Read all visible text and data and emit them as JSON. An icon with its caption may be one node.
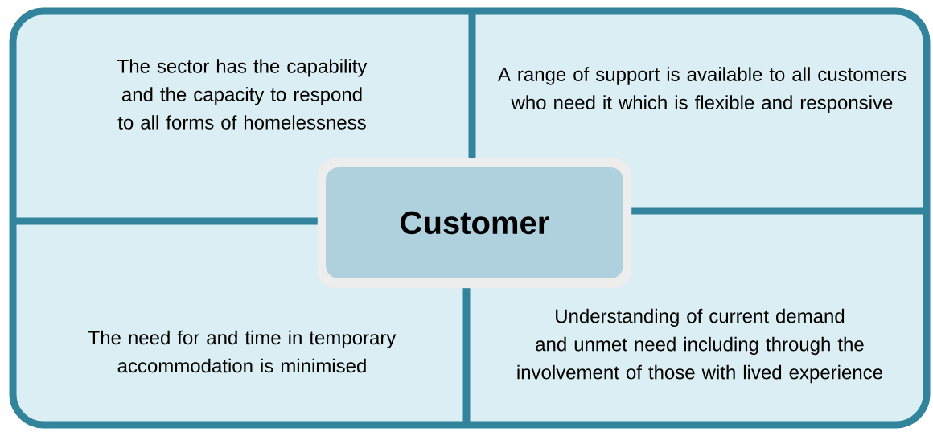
{
  "diagram": {
    "nodes": [
      {
        "text": [
          "The sector has the capability and the capacity to respond to all forms of homelessness"
        ]
      },
      {
        "text": [
          "A range of support is available to all customers who need it which is flexible and responsive"
        ]
      },
      {
        "text": [
          "Customer"
        ]
      },
      {
        "text": [
          "The need for and time in temporary accommodation is minimised"
        ]
      },
      {
        "text": [
          "Understanding of current demand and unmet need including through the involvement of those with lived experience"
        ]
      }
    ]
  }
}
